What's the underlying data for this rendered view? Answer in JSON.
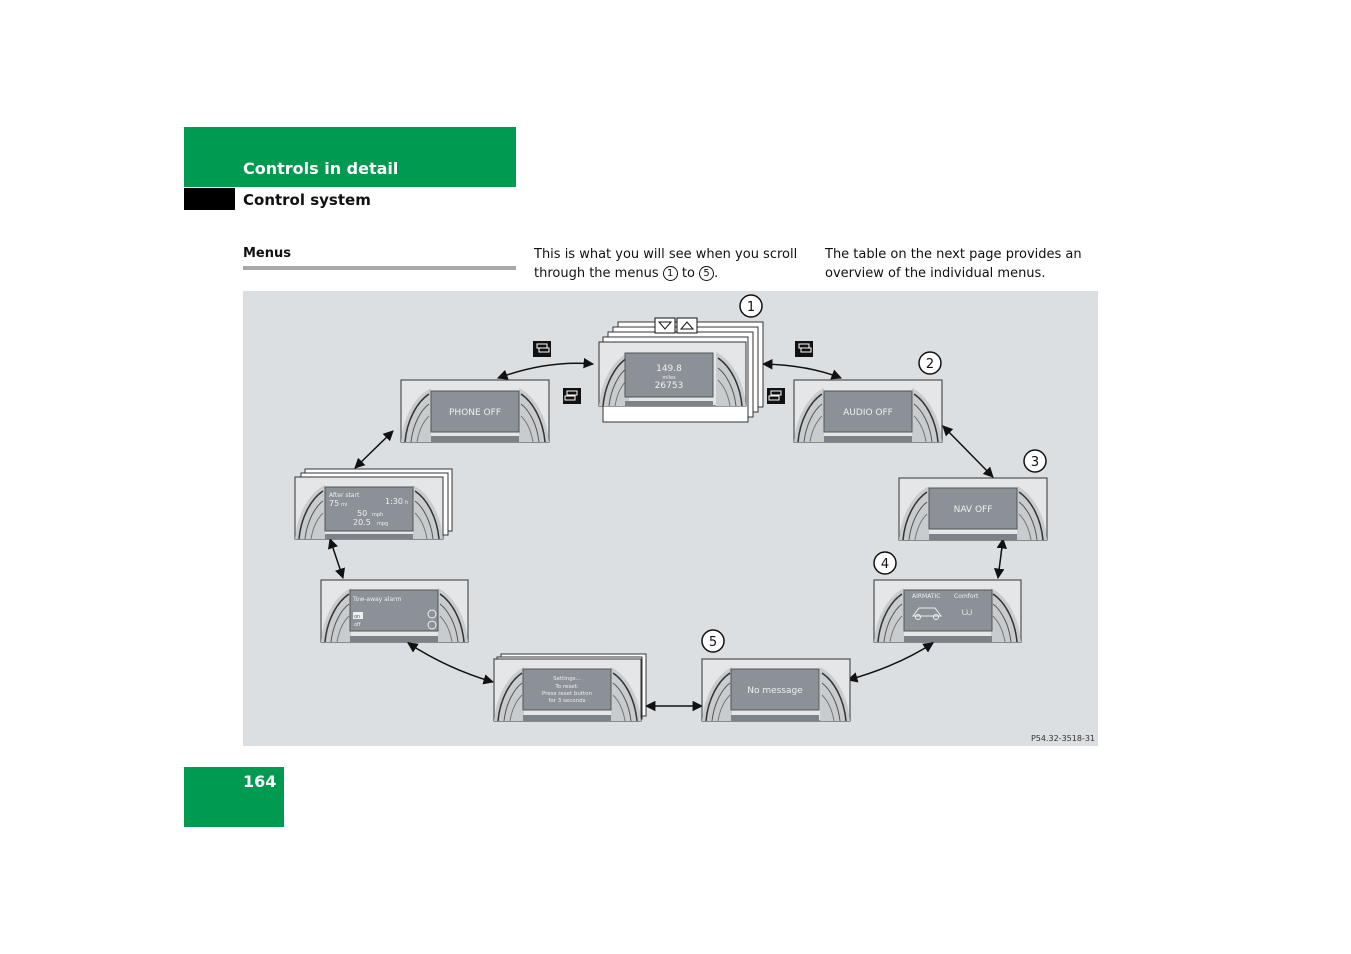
{
  "header": {
    "chapter": "Controls in detail",
    "section": "Control system"
  },
  "menus_heading": "Menus",
  "intro": {
    "col1_line1": "This is what you will see when you scroll",
    "col1_pre": "through the menus ",
    "col1_mark1": "1",
    "col1_mid": " to ",
    "col1_mark2": "5",
    "col1_end": ".",
    "col2_line1": "The table on the next page provides an",
    "col2_line2": "overview of the individual menus."
  },
  "figure": {
    "code": "P54.32-3518-31",
    "callouts": [
      "1",
      "2",
      "3",
      "4",
      "5"
    ],
    "screens": {
      "main": {
        "line1": "149.8",
        "line2": "miles",
        "line3": "26753"
      },
      "phone": "PHONE OFF",
      "audio": "AUDIO OFF",
      "nav": "NAV OFF",
      "airmatic": {
        "label1": "AIRMATIC",
        "label2": "Comfort"
      },
      "no_message": "No message",
      "settings": {
        "line1": "Settings...",
        "line2": "To reset:",
        "line3": "Press reset button",
        "line4": "for 3 seconds"
      },
      "tow_away": {
        "title": "Tow-away alarm",
        "opt1": "on",
        "opt2": "off"
      },
      "trip": {
        "title": "After start",
        "dist": "75",
        "dist_unit": "mi",
        "time": "1:30",
        "time_unit": "h",
        "speed": "50",
        "speed_unit": "mph",
        "cons": "20.5",
        "cons_unit": "mpg"
      }
    },
    "icons": [
      "scroll-down-icon",
      "scroll-up-icon",
      "next-menu-icon",
      "previous-menu-icon"
    ]
  },
  "page_number": "164"
}
